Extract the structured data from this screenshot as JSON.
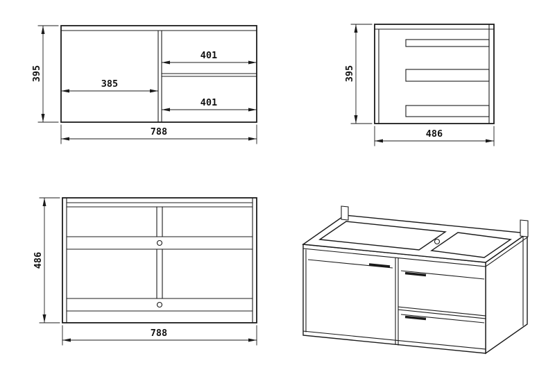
{
  "drawing": {
    "subject": "wall-hung vanity cabinet technical drawing, four views"
  },
  "colors": {
    "background": "#ffffff",
    "line": "#1b1b1b"
  },
  "views": {
    "front": {
      "height": "395",
      "width": "788",
      "door_width": "385",
      "top_drawer_width": "401",
      "bottom_drawer_width": "401"
    },
    "side": {
      "height": "395",
      "depth": "486"
    },
    "rear": {
      "height": "486",
      "width": "788"
    }
  }
}
